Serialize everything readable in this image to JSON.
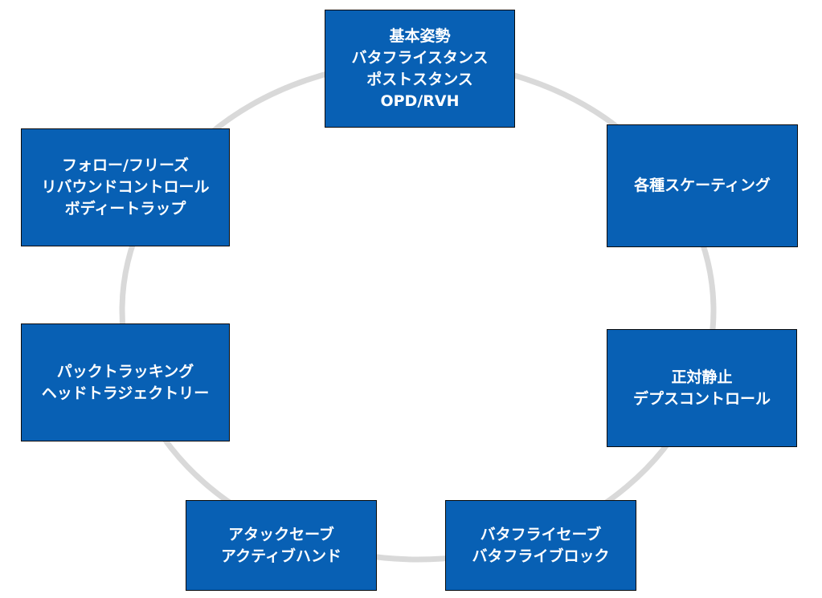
{
  "diagram": {
    "ring_color": "#d9d9d9",
    "box_color": "#0860B4",
    "text_color": "#ffffff",
    "nodes": [
      {
        "lines": [
          "基本姿勢",
          "バタフライスタンス",
          "ポストスタンス",
          "OPD/RVH"
        ]
      },
      {
        "lines": [
          "各種スケーティング"
        ]
      },
      {
        "lines": [
          "正対静止",
          "デプスコントロール"
        ]
      },
      {
        "lines": [
          "バタフライセーブ",
          "バタフライブロック"
        ]
      },
      {
        "lines": [
          "アタックセーブ",
          "アクティブハンド"
        ]
      },
      {
        "lines": [
          "パックトラッキング",
          "ヘッドトラジェクトリー"
        ]
      },
      {
        "lines": [
          "フォロー/フリーズ",
          "リバウンドコントロール",
          "ボディートラップ"
        ]
      }
    ]
  }
}
